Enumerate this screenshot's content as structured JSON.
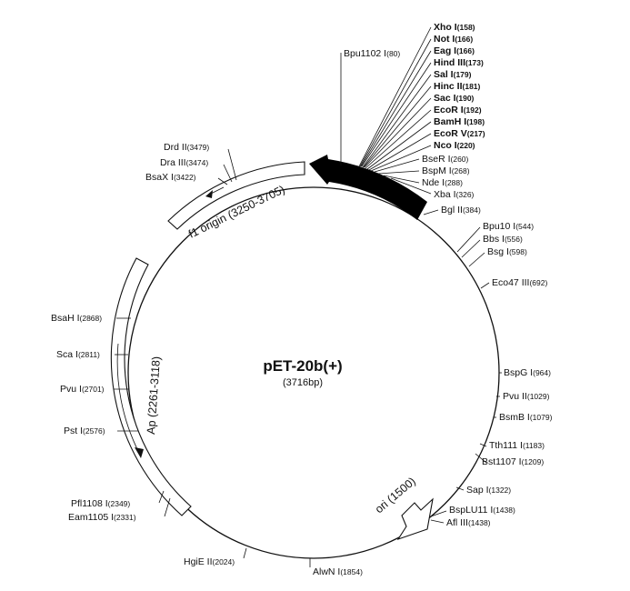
{
  "plasmid": {
    "name": "pET-20b(+)",
    "size": "(3716bp)"
  },
  "features": [
    {
      "id": "f1",
      "label": "f1 origin (3250-3705)"
    },
    {
      "id": "ap",
      "label": "Ap (2261-3118)"
    },
    {
      "id": "ori",
      "label": "ori (1500)"
    }
  ],
  "sites": [
    {
      "id": "bpu1102",
      "name": "Bpu1102 I",
      "pos": "(80)"
    },
    {
      "id": "xho",
      "name": "Xho I",
      "pos": "(158)",
      "bold": true
    },
    {
      "id": "not",
      "name": "Not I",
      "pos": "(166)",
      "bold": true
    },
    {
      "id": "eag",
      "name": "Eag I",
      "pos": "(166)",
      "bold": true
    },
    {
      "id": "hind",
      "name": "Hind III",
      "pos": "(173)",
      "bold": true
    },
    {
      "id": "sal",
      "name": "Sal I",
      "pos": "(179)",
      "bold": true
    },
    {
      "id": "hinc",
      "name": "Hinc II",
      "pos": "(181)",
      "bold": true
    },
    {
      "id": "sac",
      "name": "Sac I",
      "pos": "(190)",
      "bold": true
    },
    {
      "id": "ecor1",
      "name": "EcoR I",
      "pos": "(192)",
      "bold": true
    },
    {
      "id": "bamh",
      "name": "BamH I",
      "pos": "(198)",
      "bold": true
    },
    {
      "id": "ecorv",
      "name": "EcoR V",
      "pos": "(217)",
      "bold": true
    },
    {
      "id": "nco",
      "name": "Nco I",
      "pos": "(220)",
      "bold": true
    },
    {
      "id": "bser",
      "name": "BseR I",
      "pos": "(260)"
    },
    {
      "id": "bspm",
      "name": "BspM I",
      "pos": "(268)"
    },
    {
      "id": "nde",
      "name": "Nde I",
      "pos": "(288)"
    },
    {
      "id": "xba",
      "name": "Xba I",
      "pos": "(326)"
    },
    {
      "id": "bgl",
      "name": "Bgl II",
      "pos": "(384)"
    },
    {
      "id": "bpu10",
      "name": "Bpu10 I",
      "pos": "(544)"
    },
    {
      "id": "bbs",
      "name": "Bbs I",
      "pos": "(556)"
    },
    {
      "id": "bsg",
      "name": "Bsg I",
      "pos": "(598)"
    },
    {
      "id": "eco47",
      "name": "Eco47 III",
      "pos": "(692)"
    },
    {
      "id": "bspg",
      "name": "BspG I",
      "pos": "(964)"
    },
    {
      "id": "pvu2",
      "name": "Pvu II",
      "pos": "(1029)"
    },
    {
      "id": "bsmb",
      "name": "BsmB I",
      "pos": "(1079)"
    },
    {
      "id": "tth111",
      "name": "Tth111 I",
      "pos": "(1183)"
    },
    {
      "id": "bst1107",
      "name": "Bst1107 I",
      "pos": "(1209)"
    },
    {
      "id": "sap",
      "name": "Sap I",
      "pos": "(1322)"
    },
    {
      "id": "bsplu11",
      "name": "BspLU11 I",
      "pos": "(1438)"
    },
    {
      "id": "afl3",
      "name": "Afl III",
      "pos": "(1438)"
    },
    {
      "id": "alwn",
      "name": "AlwN I",
      "pos": "(1854)"
    },
    {
      "id": "hgie2",
      "name": "HgiE II",
      "pos": "(2024)"
    },
    {
      "id": "eam1105",
      "name": "Eam1105 I",
      "pos": "(2331)"
    },
    {
      "id": "pfl1108",
      "name": "Pfl1108 I",
      "pos": "(2349)"
    },
    {
      "id": "pst",
      "name": "Pst I",
      "pos": "(2576)"
    },
    {
      "id": "pvu1",
      "name": "Pvu I",
      "pos": "(2701)"
    },
    {
      "id": "sca",
      "name": "Sca I",
      "pos": "(2811)"
    },
    {
      "id": "bsah",
      "name": "BsaH I",
      "pos": "(2868)"
    },
    {
      "id": "bsax",
      "name": "BsaX I",
      "pos": "(3422)"
    },
    {
      "id": "dra3",
      "name": "Dra III",
      "pos": "(3474)"
    },
    {
      "id": "drd2",
      "name": "Drd II",
      "pos": "(3479)"
    }
  ]
}
